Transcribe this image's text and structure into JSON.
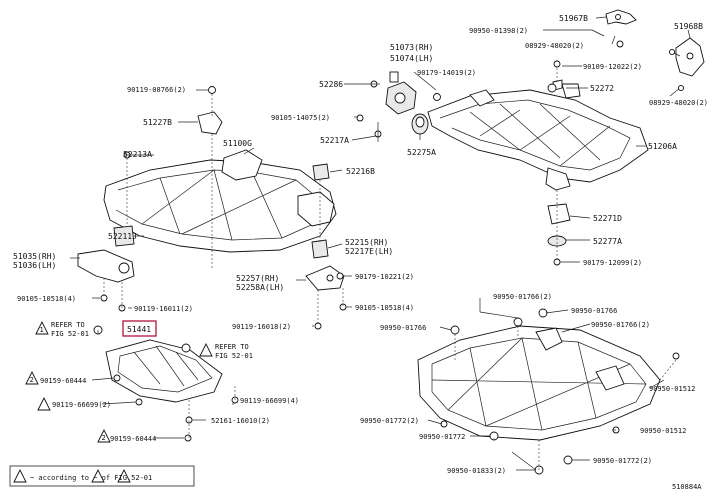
{
  "labels": {
    "p51967b": "51967B",
    "p51968b": "51968B",
    "p90950_01398": "90950-01398(2)",
    "p08929_48020_a": "08929-48020(2)",
    "p08929_48020_b": "08929-48020(2)",
    "p90109_12022": "90109-12022(2)",
    "p51073": "51073(RH)",
    "p51074": "51074(LH)",
    "p90179_14019": "90179-14019(2)",
    "p52286": "52286",
    "p52272": "52272",
    "p90119_08766": "90119-08766(2)",
    "p51227b": "51227B",
    "p90105_14075": "90105-14075(2)",
    "p52217a": "52217A",
    "p52275a": "52275A",
    "p51206a": "51206A",
    "p51100g": "51100G",
    "p52213a": "52213A",
    "p52216b": "52216B",
    "p52271d": "52271D",
    "p52211j": "52211J",
    "p52277a": "52277A",
    "p52215": "52215(RH)",
    "p52217e": "52217E(LH)",
    "p51035": "51035(RH)",
    "p51036": "51036(LH)",
    "p90179_12099": "90179-12099(2)",
    "p52257": "52257(RH)",
    "p52258a": "52258A(LH)",
    "p90179_10221": "90179-10221(2)",
    "p90105_10518_a": "90105-10518(4)",
    "p90105_10518_b": "90105-10518(4)",
    "p90119_16011": "90119-16011(2)",
    "p90950_01766_a": "90950-01766(2)",
    "p90950_01766_b": "90950-01766",
    "p90950_01766_c": "90950-01766(2)",
    "p90950_01766_d": "90950-01766",
    "p90119_16018": "90119-16018(2)",
    "p51441": "51441",
    "p90950_01512_a": "90950-01512",
    "p90950_01512_b": "90950-01512",
    "p90159_60444_a": "90159-60444",
    "p90159_60444_b": "90159-60444",
    "p90119_66699_a": "90119-66699(2)",
    "p90119_66699_b": "90119-66699(4)",
    "p52161_16010": "52161-16010(2)",
    "p90950_01772_a": "90950-01772(2)",
    "p90950_01772_b": "90950-01772",
    "p90950_01772_c": "90950-01772(2)",
    "p90950_01833": "90950-01833(2)",
    "refer_a_1": "REFER TO",
    "refer_a_2": "FIG 52-01",
    "refer_b_1": "REFER TO",
    "refer_b_2": "FIG 52-01",
    "note_1": "1",
    "note_2": "2",
    "note_3": "2",
    "note_footer": "~   according to   ~   of FIG.52-01",
    "fig_no": "510884A"
  }
}
